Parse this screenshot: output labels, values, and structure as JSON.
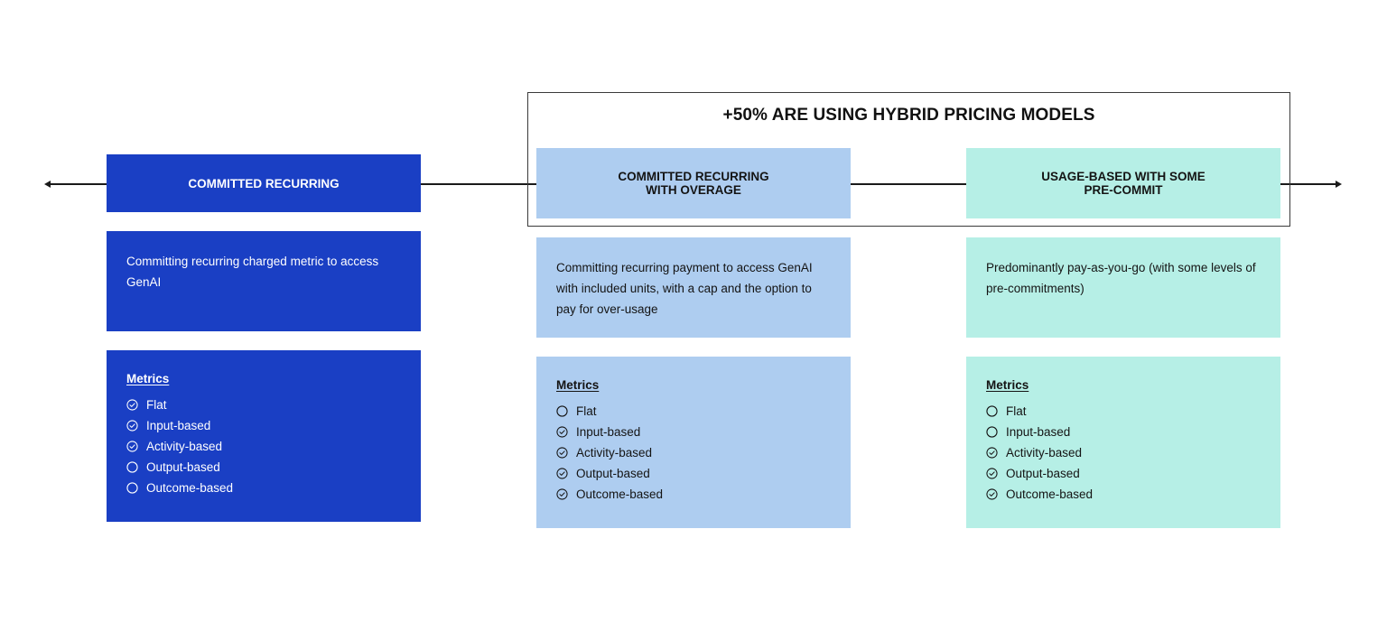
{
  "banner": {
    "title": "+50% ARE USING HYBRID PRICING MODELS"
  },
  "axis": {
    "left_arrow": "arrow-left-icon",
    "right_arrow": "arrow-right-icon"
  },
  "colors": {
    "committed": "#1a3fc4",
    "committed_overage": "#aecdf0",
    "usage_precommit": "#b6efe6",
    "text_dark": "#141414",
    "text_light": "#ffffff"
  },
  "models": [
    {
      "title": "COMMITTED RECURRING",
      "description": "Committing recurring charged metric to access GenAI",
      "metrics_title": "Metrics",
      "metrics": [
        {
          "label": "Flat",
          "checked": true
        },
        {
          "label": "Input-based",
          "checked": true
        },
        {
          "label": "Activity-based",
          "checked": true
        },
        {
          "label": "Output-based",
          "checked": false
        },
        {
          "label": "Outcome-based",
          "checked": false
        }
      ]
    },
    {
      "title_line1": "COMMITTED RECURRING",
      "title_line2": "WITH OVERAGE",
      "description": "Committing recurring payment to access GenAI with included units, with a cap and the option to pay for over-usage",
      "metrics_title": "Metrics",
      "metrics": [
        {
          "label": "Flat",
          "checked": false
        },
        {
          "label": "Input-based",
          "checked": true
        },
        {
          "label": "Activity-based",
          "checked": true
        },
        {
          "label": "Output-based",
          "checked": true
        },
        {
          "label": "Outcome-based",
          "checked": true
        }
      ]
    },
    {
      "title_line1": "USAGE-BASED WITH SOME",
      "title_line2": "PRE-COMMIT",
      "description": "Predominantly pay-as-you-go (with some levels of pre-commitments)",
      "metrics_title": "Metrics",
      "metrics": [
        {
          "label": "Flat",
          "checked": false
        },
        {
          "label": "Input-based",
          "checked": false
        },
        {
          "label": "Activity-based",
          "checked": true
        },
        {
          "label": "Output-based",
          "checked": true
        },
        {
          "label": "Outcome-based",
          "checked": true
        }
      ]
    }
  ]
}
